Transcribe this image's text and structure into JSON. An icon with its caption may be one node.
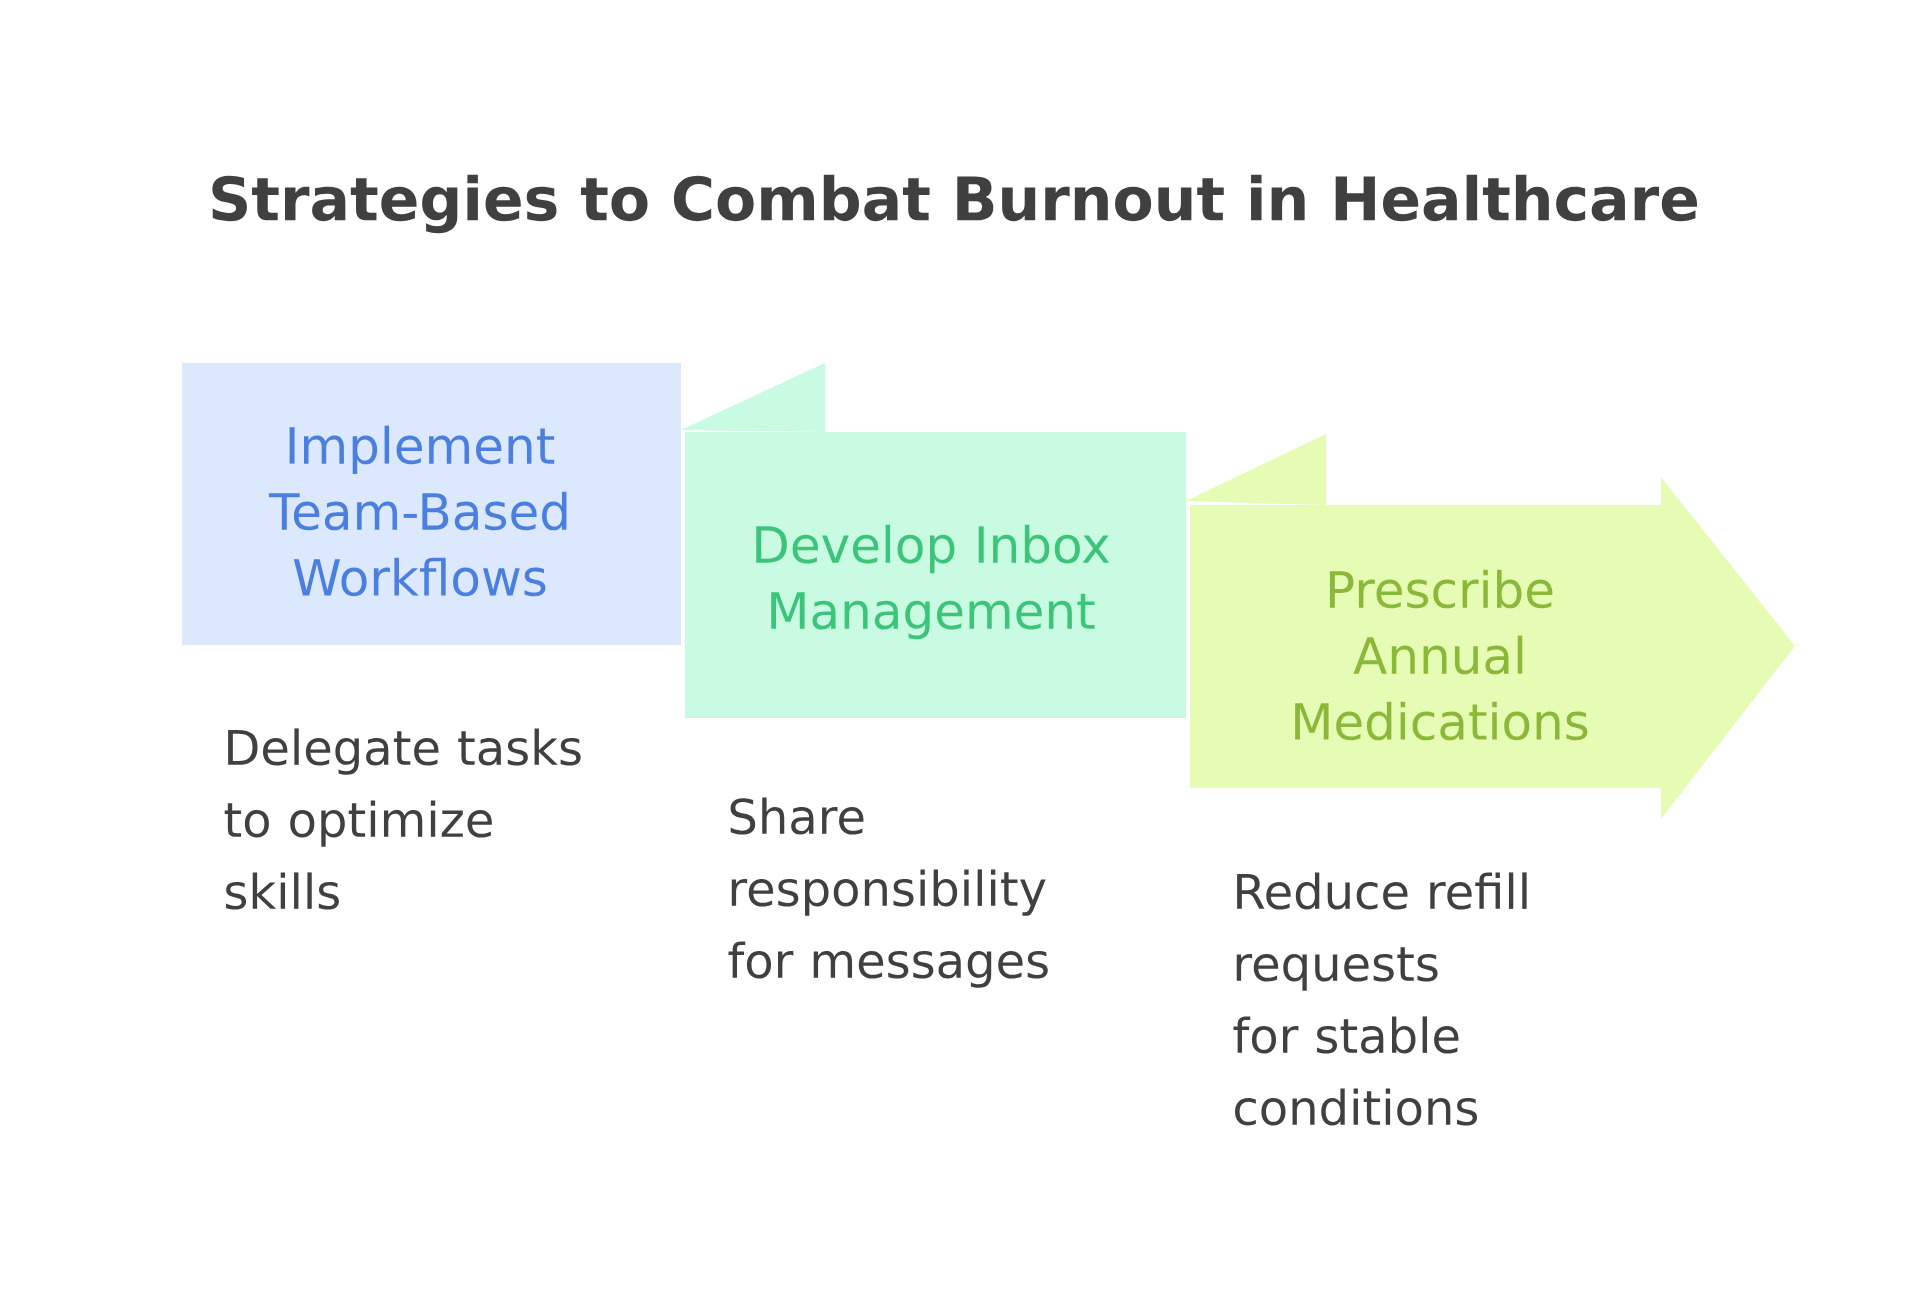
{
  "diagram": {
    "title": "Strategies to Combat Burnout in Healthcare",
    "nodes": [
      {
        "text": [
          "Implement Team-Based Workflows"
        ],
        "beside": [
          "Delegate tasks to optimize skills"
        ]
      },
      {
        "text": [
          "Develop Inbox Management"
        ],
        "beside": [
          "Share responsibility for messages"
        ]
      },
      {
        "text": [
          "Prescribe Annual Medications"
        ],
        "beside": [
          "Reduce refill requests for stable conditions"
        ]
      }
    ]
  }
}
